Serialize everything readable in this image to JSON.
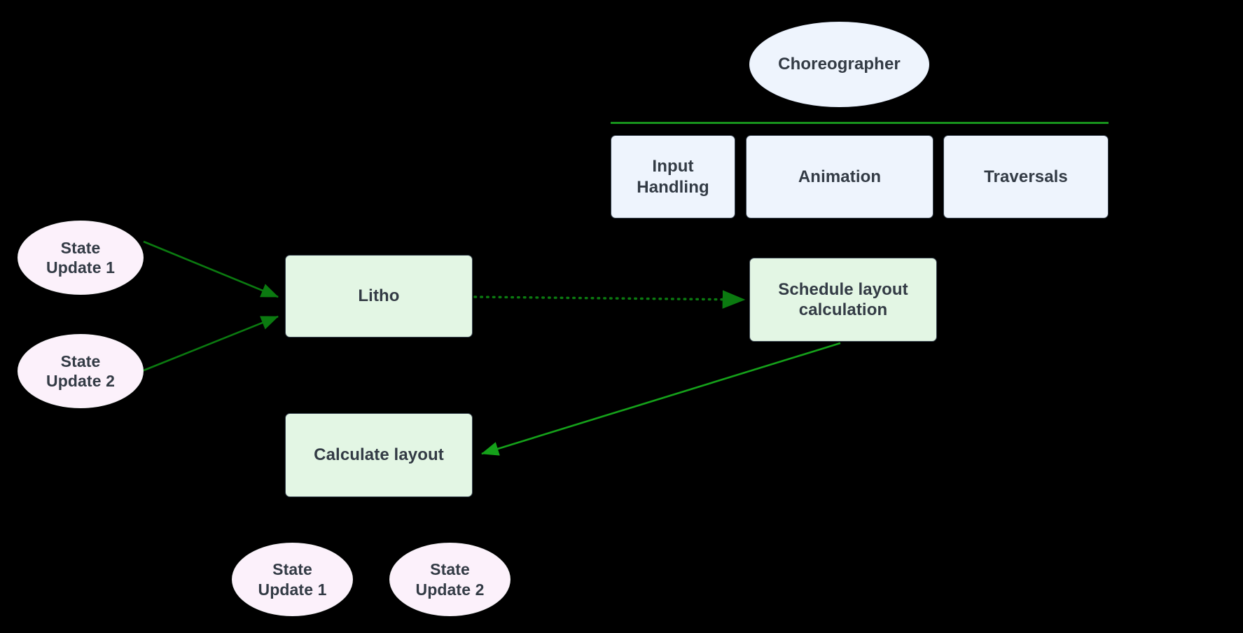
{
  "diagram": {
    "title": "Litho state update and Choreographer frame diagram",
    "background_color": "#000000",
    "accent_color": "#17921c",
    "text_color": "#333b45",
    "blue_fill": "#eef4fd",
    "pink_fill": "#fcf1fb",
    "green_fill": "#e3f6e4",
    "border_color": "#394450"
  },
  "nodes": {
    "choreographer": {
      "label": "Choreographer",
      "shape": "ellipse",
      "fill": "#eef4fd"
    },
    "input_handling": {
      "label": "Input\nHandling",
      "shape": "rounded-rect",
      "fill": "#eef4fd"
    },
    "animation": {
      "label": "Animation",
      "shape": "rounded-rect",
      "fill": "#eef4fd"
    },
    "traversals": {
      "label": "Traversals",
      "shape": "rounded-rect",
      "fill": "#eef4fd"
    },
    "state_update_1_top": {
      "label": "State\nUpdate 1",
      "shape": "ellipse",
      "fill": "#fcf1fb"
    },
    "state_update_2_top": {
      "label": "State\nUpdate 2",
      "shape": "ellipse",
      "fill": "#fcf1fb"
    },
    "litho": {
      "label": "Litho",
      "shape": "rounded-rect",
      "fill": "#e3f6e4"
    },
    "schedule_layout_calculation": {
      "label": "Schedule layout\ncalculation",
      "shape": "rounded-rect",
      "fill": "#e3f6e4"
    },
    "calculate_layout": {
      "label": "Calculate layout",
      "shape": "rounded-rect",
      "fill": "#e3f6e4"
    },
    "state_update_1_bottom": {
      "label": "State\nUpdate 1",
      "shape": "ellipse",
      "fill": "#fcf1fb"
    },
    "state_update_2_bottom": {
      "label": "State\nUpdate 2",
      "shape": "ellipse",
      "fill": "#fcf1fb"
    }
  },
  "edges": [
    {
      "name": "state-update-1-to-litho",
      "from": "state_update_1_top",
      "to": "litho",
      "style": "solid",
      "arrow": "end",
      "color": "#0b7a10"
    },
    {
      "name": "state-update-2-to-litho",
      "from": "state_update_2_top",
      "to": "litho",
      "style": "solid",
      "arrow": "end",
      "color": "#0b7a10"
    },
    {
      "name": "litho-to-schedule-layout",
      "from": "litho",
      "to": "schedule_layout_calculation",
      "style": "dotted",
      "arrow": "end",
      "color": "#0b7a10"
    },
    {
      "name": "schedule-layout-to-calculate-layout",
      "from": "schedule_layout_calculation",
      "to": "calculate_layout",
      "style": "solid",
      "arrow": "end",
      "color": "#15a11a"
    }
  ],
  "rail": {
    "name": "choreographer-frame-rail",
    "color": "#17921c"
  }
}
